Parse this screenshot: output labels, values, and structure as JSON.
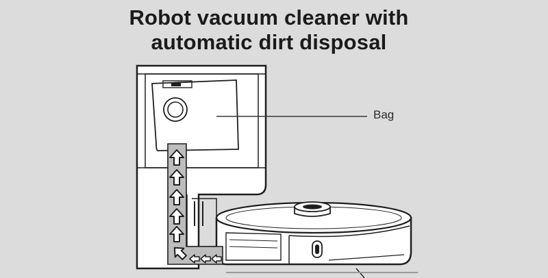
{
  "title": {
    "line1": "Robot vacuum cleaner with",
    "line2": "automatic dirt disposal"
  },
  "labels": {
    "bag": "Bag"
  },
  "colors": {
    "background": "#dcdcdc",
    "line": "#1e1e1e",
    "fill": "#ffffff",
    "duct": "#bdbdbd"
  },
  "icons": {
    "airflow": "up-arrow-outline"
  }
}
